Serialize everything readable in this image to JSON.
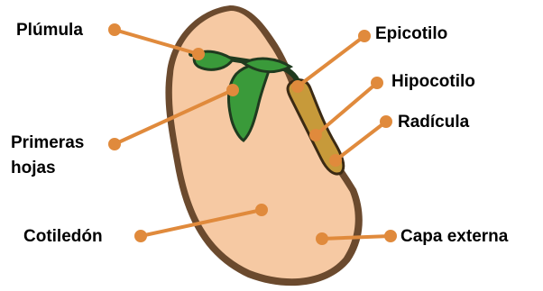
{
  "diagram": {
    "labels": {
      "plumula": "Plúmula",
      "epicotilo": "Epicotilo",
      "hipocotilo": "Hipocotilo",
      "radicula": "Radícula",
      "primeras_hojas_line1": "Primeras",
      "primeras_hojas_line2": "hojas",
      "cotiledon": "Cotiledón",
      "capa_externa": "Capa externa"
    },
    "colors": {
      "seed_coat": "#6b4a2e",
      "cotyledon": "#f6c9a3",
      "leaf": "#3a9a3a",
      "leaf_dark": "#1f3a1f",
      "radicle": "#c79a3a",
      "leader_line": "#e08a3c"
    }
  }
}
